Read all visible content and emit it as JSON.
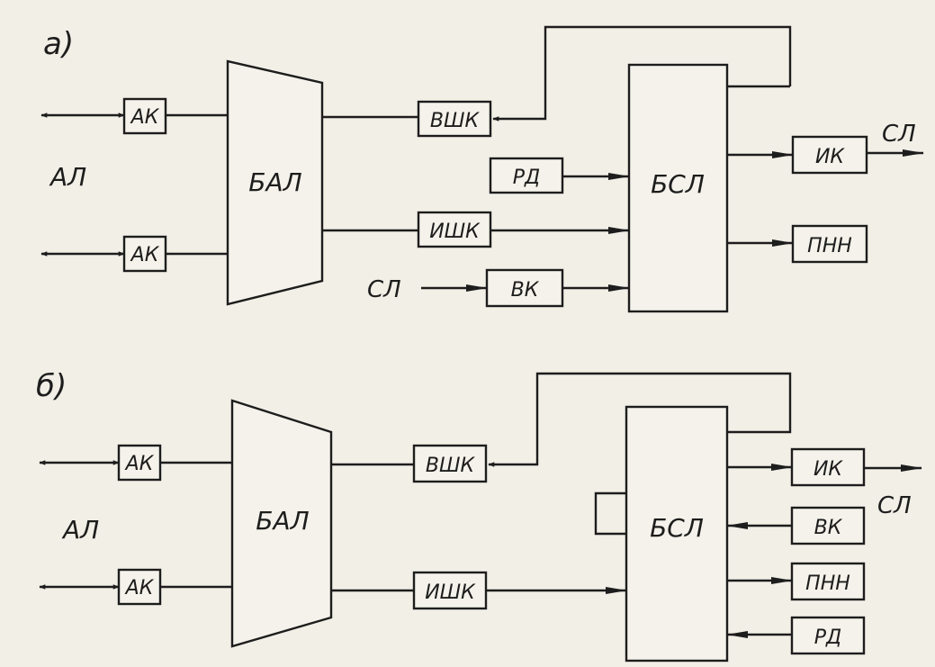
{
  "diagram_a": {
    "label": "а)",
    "group_label": "АЛ",
    "ak_top": "АК",
    "ak_bottom": "АК",
    "bal": "БАЛ",
    "vshk": "ВШК",
    "rd": "РД",
    "ishk": "ИШК",
    "vk_input": "СЛ",
    "vk": "ВК",
    "bsl": "БСЛ",
    "ik": "ИК",
    "ik_output": "СЛ",
    "pnn": "ПНН"
  },
  "diagram_b": {
    "label": "б)",
    "group_label": "АЛ",
    "ak_top": "АК",
    "ak_bottom": "АК",
    "bal": "БАЛ",
    "vshk": "ВШК",
    "ishk": "ИШК",
    "bsl": "БСЛ",
    "ik": "ИК",
    "ik_output": "СЛ",
    "vk": "ВК",
    "pnn": "ПНН",
    "rd": "РД"
  },
  "colors": {
    "ink": "#1d1d1d",
    "paper": "#f1efe6"
  }
}
